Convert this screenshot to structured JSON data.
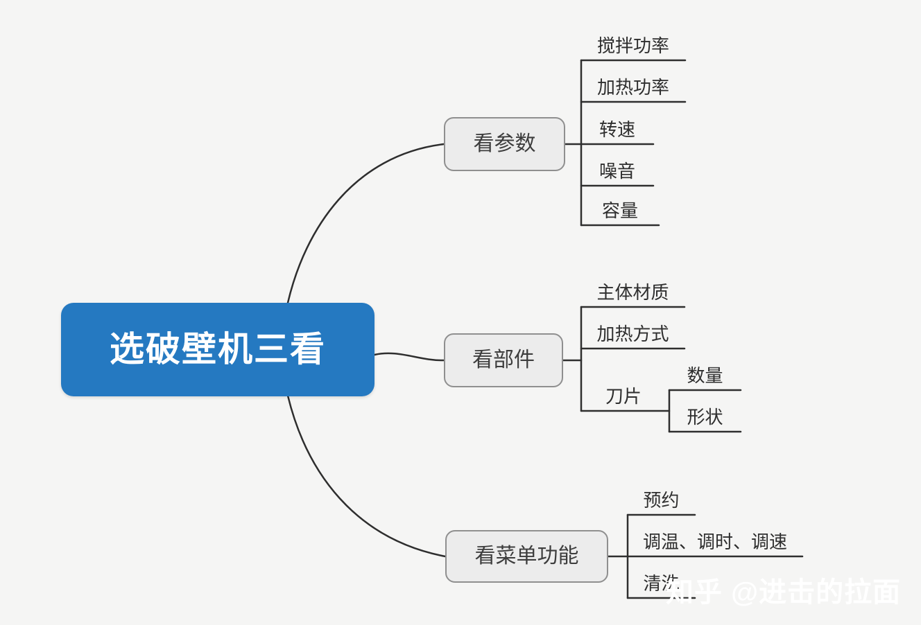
{
  "background": "#f5f5f4",
  "root": {
    "label": "选破壁机三看",
    "fill_color": "#2579c1",
    "text_color": "#ffffff"
  },
  "branches": [
    {
      "label": "看参数",
      "children": [
        {
          "label": "搅拌功率"
        },
        {
          "label": "加热功率"
        },
        {
          "label": "转速"
        },
        {
          "label": "噪音"
        },
        {
          "label": "容量"
        }
      ]
    },
    {
      "label": "看部件",
      "children": [
        {
          "label": "主体材质"
        },
        {
          "label": "加热方式"
        },
        {
          "label": "刀片",
          "children": [
            {
              "label": "数量"
            },
            {
              "label": "形状"
            }
          ]
        }
      ]
    },
    {
      "label": "看菜单功能",
      "children": [
        {
          "label": "预约"
        },
        {
          "label": "调温、调时、调速"
        },
        {
          "label": "清洗"
        }
      ]
    }
  ],
  "watermark": "知乎 @进击的拉面",
  "colors": {
    "line": "#2e2e2e",
    "branch_fill": "#ececec",
    "branch_border": "#8f8f8f"
  }
}
